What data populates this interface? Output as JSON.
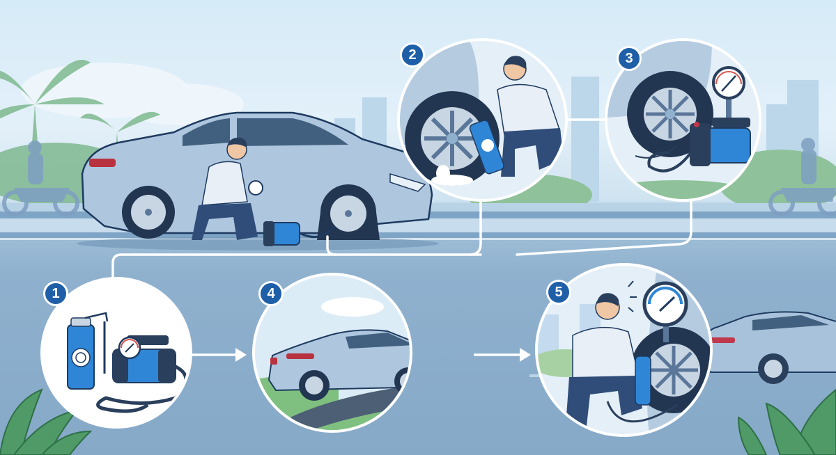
{
  "illustration": {
    "subject": "Emergency tire repair with sealant and portable air compressor",
    "colors": {
      "sky": "#dcedf8",
      "road": "#8fb1ce",
      "car_body": "#a9c2dc",
      "badge": "#1f5fa8",
      "connector": "#ffffff",
      "foliage": "#5fa37a",
      "compressor_blue": "#2f86d6"
    }
  },
  "steps": [
    {
      "number": "1",
      "icon": "sealant-can-and-compressor-icon",
      "depicts": "Tire sealant can, valve hose and portable air compressor"
    },
    {
      "number": "2",
      "icon": "inject-sealant-icon",
      "depicts": "Man injecting sealant into tire valve; foam at tire"
    },
    {
      "number": "3",
      "icon": "inflate-tire-icon",
      "depicts": "Air compressor with pressure gauge connected to tire"
    },
    {
      "number": "4",
      "icon": "drive-car-icon",
      "depicts": "Car driving a short distance to spread sealant"
    },
    {
      "number": "5",
      "icon": "check-pressure-icon",
      "depicts": "Man checking tire pressure with gauge, thumbs up"
    }
  ]
}
